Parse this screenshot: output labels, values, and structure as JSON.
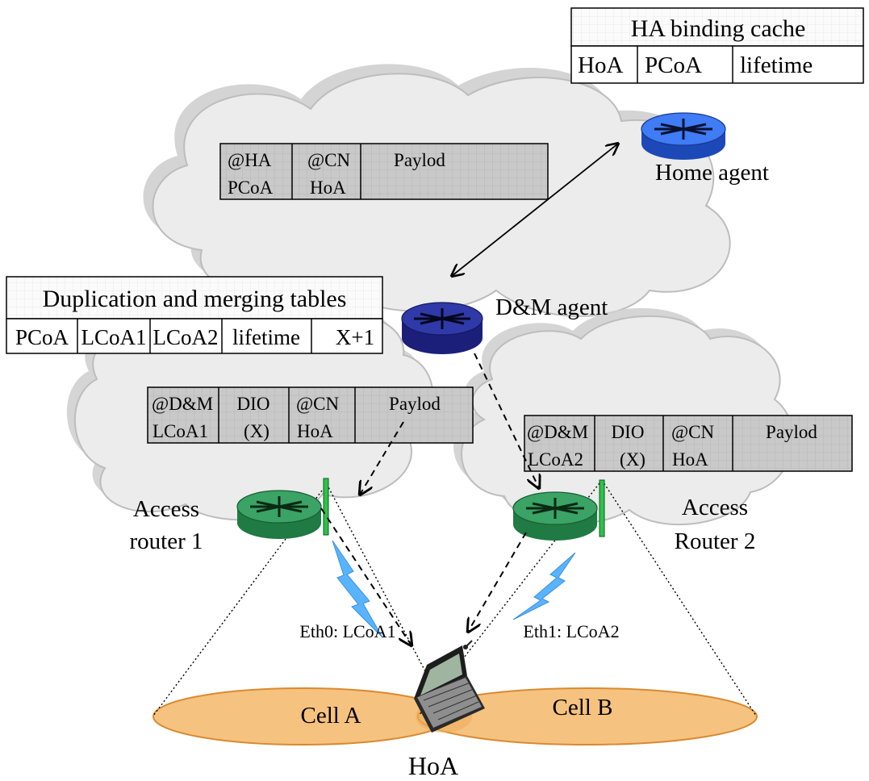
{
  "ha_cache": {
    "title": "HA binding cache",
    "cols": [
      "HoA",
      "PCoA",
      "lifetime"
    ]
  },
  "home_agent": {
    "label": "Home agent"
  },
  "dm_agent": {
    "label": "D&M agent"
  },
  "dm_tables": {
    "title": "Duplication and merging tables",
    "cols": [
      "PCoA",
      "LCoA1",
      "LCoA2",
      "lifetime",
      "X+1"
    ]
  },
  "packet_top": {
    "cells": [
      {
        "l1": "@HA",
        "l2": "PCoA"
      },
      {
        "l1": "@CN",
        "l2": "HoA"
      },
      {
        "l1": "Paylod",
        "l2": ""
      }
    ]
  },
  "packet_left": {
    "cells": [
      {
        "l1": "@D&M",
        "l2": "LCoA1"
      },
      {
        "l1": "DIO",
        "l2": "(X)"
      },
      {
        "l1": "@CN",
        "l2": "HoA"
      },
      {
        "l1": "Paylod",
        "l2": ""
      }
    ]
  },
  "packet_right": {
    "cells": [
      {
        "l1": "@D&M",
        "l2": "LCoA2"
      },
      {
        "l1": "DIO",
        "l2": "(X)"
      },
      {
        "l1": "@CN",
        "l2": "HoA"
      },
      {
        "l1": "Paylod",
        "l2": ""
      }
    ]
  },
  "router1": {
    "line1": "Access",
    "line2": "router 1"
  },
  "router2": {
    "line1": "Access",
    "line2": "Router 2"
  },
  "eth0": "Eth0: LCoA1",
  "eth1": "Eth1: LCoA2",
  "cell_a": "Cell A",
  "cell_b": "Cell B",
  "hoa": "HoA",
  "colors": {
    "cloud_fill": "#ededed",
    "cloud_stroke": "#b9b9b9",
    "packet_fill": "#c8c8c8",
    "home_agent": "#2f6cf0",
    "dm_agent": "#2c2f9e",
    "access_router": "#2f9a5a",
    "cell_fill": "#f6c27f",
    "cell_stroke": "#d98a2f",
    "lightning": "#59b4ff"
  }
}
